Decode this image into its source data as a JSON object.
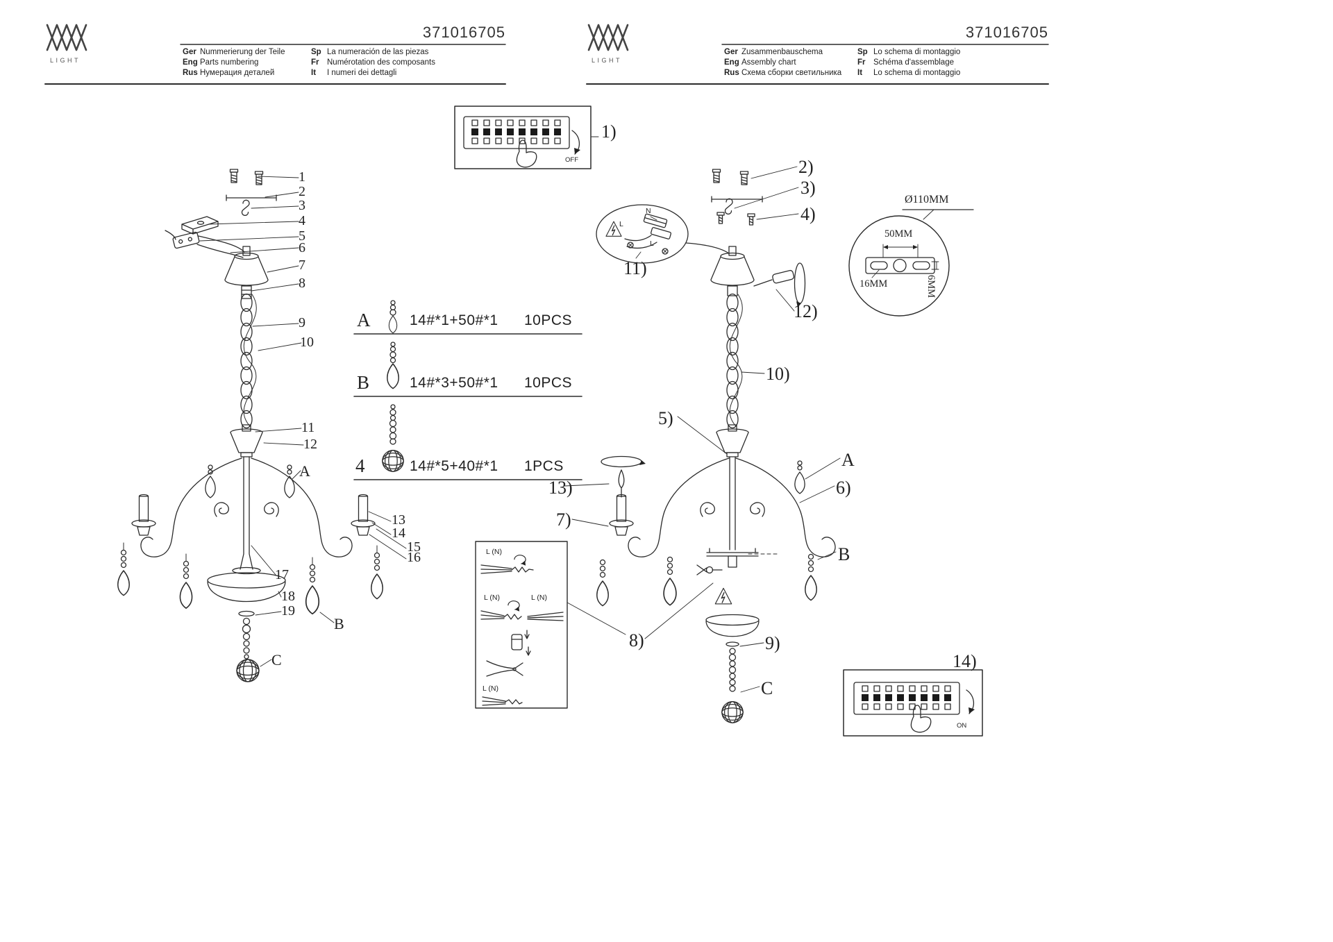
{
  "sheet": {
    "left_header": {
      "part_number": "371016705",
      "logo": "LIGHT",
      "col1": [
        {
          "code": "Ger",
          "text": "Nummerierung der Teile"
        },
        {
          "code": "Eng",
          "text": "Parts numbering"
        },
        {
          "code": "Rus",
          "text": "Нумерация деталей"
        }
      ],
      "col2": [
        {
          "code": "Sp",
          "text": "La numeración de las piezas"
        },
        {
          "code": "Fr",
          "text": "Numérotation des composants"
        },
        {
          "code": "It",
          "text": "I numeri dei dettagli"
        }
      ]
    },
    "right_header": {
      "part_number": "371016705",
      "logo": "LIGHT",
      "col1": [
        {
          "code": "Ger",
          "text": "Zusammenbauschema"
        },
        {
          "code": "Eng",
          "text": "Assembly chart"
        },
        {
          "code": "Rus",
          "text": "Схема сборки светильника"
        }
      ],
      "col2": [
        {
          "code": "Sp",
          "text": "Lo schema di montaggio"
        },
        {
          "code": "Fr",
          "text": "Schéma d'assemblage"
        },
        {
          "code": "It",
          "text": "Lo schema di montaggio"
        }
      ]
    }
  },
  "legend": {
    "rows": [
      {
        "label": "A",
        "formula": "14#*1+50#*1",
        "qty": "10PCS"
      },
      {
        "label": "B",
        "formula": "14#*3+50#*1",
        "qty": "10PCS"
      },
      {
        "label": "4",
        "formula": "14#*5+40#*1",
        "qty": "1PCS"
      }
    ]
  },
  "parts": [
    "1",
    "2",
    "3",
    "4",
    "5",
    "6",
    "7",
    "8",
    "9",
    "10",
    "11",
    "12",
    "13",
    "14",
    "15",
    "16",
    "17",
    "18",
    "19"
  ],
  "crystal_refs": {
    "a": "A",
    "b": "B",
    "c": "C"
  },
  "steps": [
    "1)",
    "2)",
    "3)",
    "4)",
    "5)",
    "6)",
    "7)",
    "8)",
    "9)",
    "10)",
    "11)",
    "12)",
    "13)",
    "14)"
  ],
  "dims": {
    "diameter": "Ø110MM",
    "width": "50MM",
    "slot": "16MM",
    "thickness": "6MM"
  },
  "switch": {
    "off": "OFF",
    "on": "ON"
  },
  "wiring": {
    "ln": "L (N)",
    "n": "N",
    "l": "L"
  }
}
